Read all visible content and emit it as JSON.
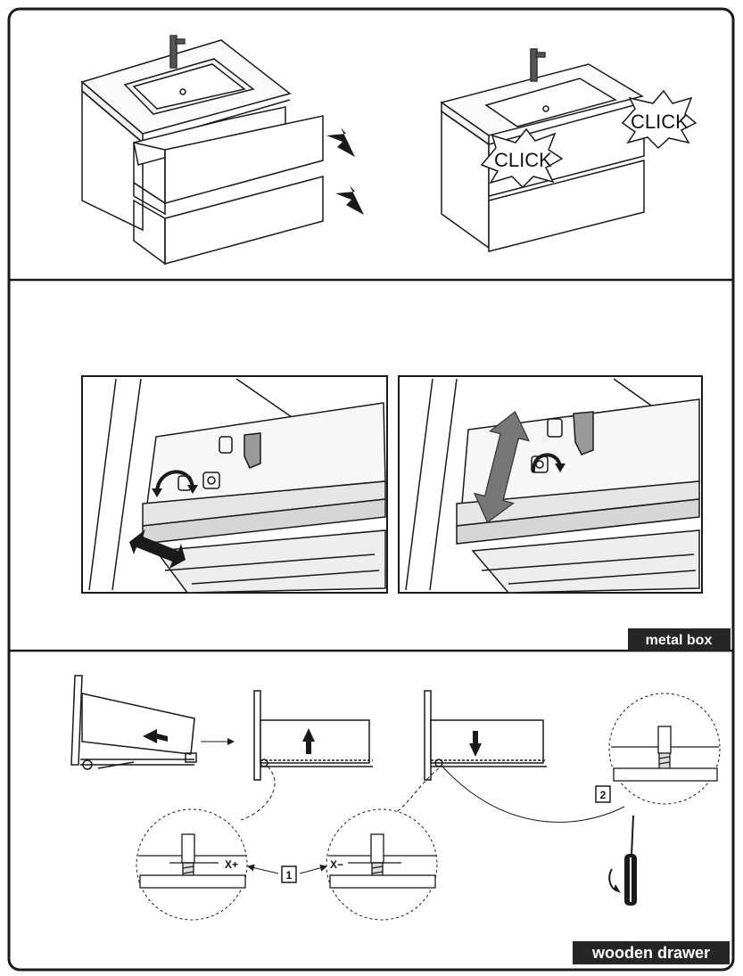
{
  "top_panel": {
    "click_left": "CLICK",
    "click_right": "CLICK"
  },
  "middle_panel": {
    "label": "metal box"
  },
  "bottom_panel": {
    "label": "wooden drawer",
    "step_1": "1",
    "step_2": "2",
    "x_plus": "X+",
    "x_minus": "X−"
  },
  "colors": {
    "line": "#1a1a1a",
    "label_bg": "#262626",
    "label_fg": "#ffffff",
    "arrow": "#1a1a1a",
    "arrow_gray": "#777777"
  }
}
